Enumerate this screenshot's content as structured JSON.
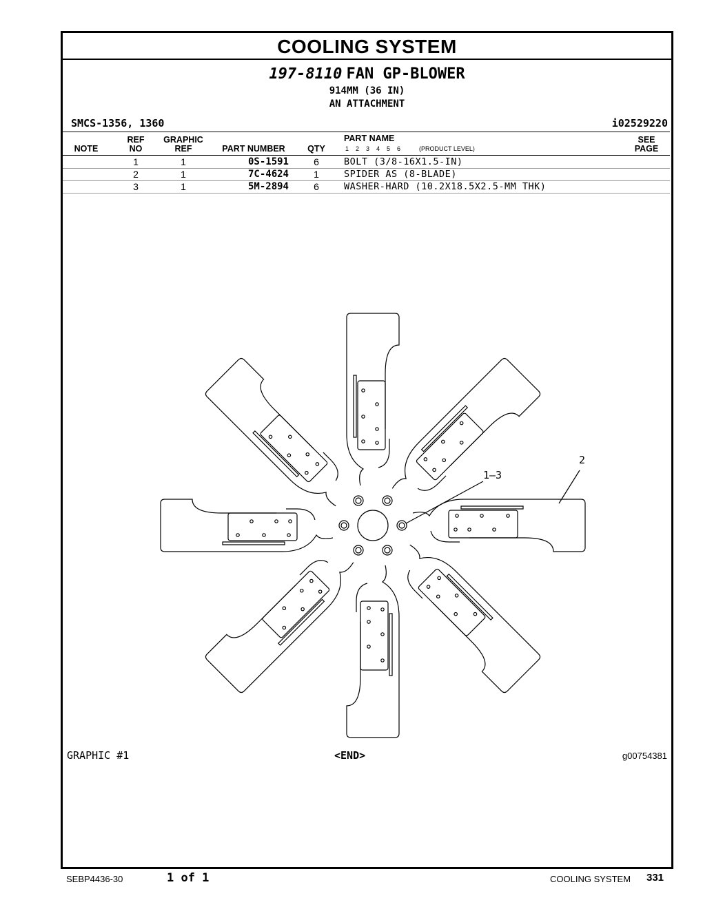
{
  "page": {
    "section_title": "COOLING SYSTEM",
    "part_group_number": "197-8110",
    "part_group_name": "FAN GP-BLOWER",
    "size_line": "914MM (36 IN)",
    "attachment_line": "AN ATTACHMENT",
    "smcs": "SMCS-1356, 1360",
    "illustration_id": "i02529220"
  },
  "table": {
    "headers": {
      "note": "NOTE",
      "ref_top": "REF",
      "ref_bottom": "NO",
      "graphic_top": "GRAPHIC",
      "graphic_bottom": "REF",
      "part_number": "PART NUMBER",
      "qty": "QTY",
      "part_name": "PART NAME",
      "product_level_nums": "1    2    3    4    5    6",
      "product_level_label": "(PRODUCT LEVEL)",
      "see_top": "SEE",
      "see_bottom": "PAGE"
    },
    "rows": [
      {
        "ref_no": "1",
        "graphic_ref": "1",
        "part_number": "0S-1591",
        "qty": "6",
        "part_name": "BOLT (3/8-16X1.5-IN)"
      },
      {
        "ref_no": "2",
        "graphic_ref": "1",
        "part_number": "7C-4624",
        "qty": "1",
        "part_name": "SPIDER AS (8-BLADE)"
      },
      {
        "ref_no": "3",
        "graphic_ref": "1",
        "part_number": "5M-2894",
        "qty": "6",
        "part_name": "WASHER-HARD (10.2X18.5X2.5-MM THK)"
      }
    ]
  },
  "graphic": {
    "callout_2": "2",
    "callout_1_3": "1–3",
    "label": "GRAPHIC #1",
    "end_marker": "<END>",
    "graphic_id": "g00754381"
  },
  "footer": {
    "doc_number": "SEBP4436-30",
    "page_of": "1 of 1",
    "section": "COOLING SYSTEM",
    "page_number": "331"
  }
}
